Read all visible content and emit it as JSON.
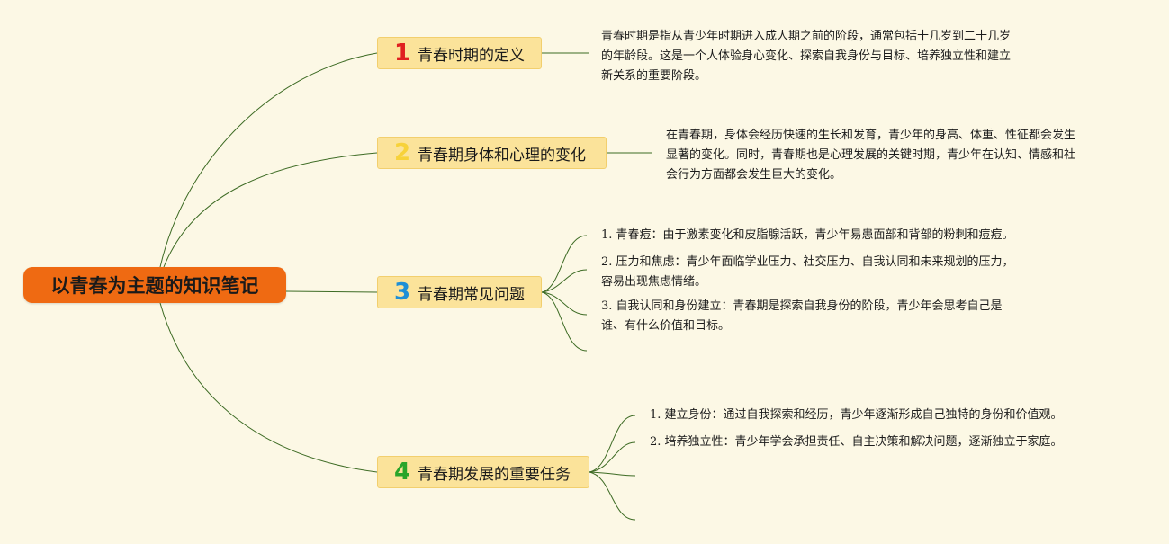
{
  "root": {
    "title": "以青春为主题的知识笔记"
  },
  "topics": [
    {
      "number": "1",
      "number_color": "#e02020",
      "title": "青春时期的定义",
      "paragraph": [
        "青春时期是指从青少年时期进入成人期之前的阶段，通常包括十几岁到二十几岁",
        "的年龄段。这是一个人体验身心变化、探索自我身份与目标、培养独立性和建立",
        "新关系的重要阶段。"
      ]
    },
    {
      "number": "2",
      "number_color": "#f7d23a",
      "title": "青春期身体和心理的变化",
      "paragraph": [
        "在青春期，身体会经历快速的生长和发育，青少年的身高、体重、性征都会发生",
        "显著的变化。同时，青春期也是心理发展的关键时期，青少年在认知、情感和社",
        "会行为方面都会发生巨大的变化。"
      ]
    },
    {
      "number": "3",
      "number_color": "#1e8fd6",
      "title": "青春期常见问题",
      "items": [
        [
          "1. 青春痘：由于激素变化和皮脂腺活跃，青少年易患面部和背部的粉刺和痘痘。"
        ],
        [
          "2. 压力和焦虑：青少年面临学业压力、社交压力、自我认同和未来规划的压力，",
          "容易出现焦虑情绪。"
        ],
        [
          "3. 自我认同和身份建立：青春期是探索自我身份的阶段，青少年会思考自己是",
          "谁、有什么价值和目标。"
        ]
      ]
    },
    {
      "number": "4",
      "number_color": "#2aa52a",
      "title": "青春期发展的重要任务",
      "items": [
        [
          "1. 建立身份：通过自我探索和经历，青少年逐渐形成自己独特的身份和价值观。"
        ],
        [
          "2. 培养独立性：青少年学会承担责任、自主决策和解决问题，逐渐独立于家庭。"
        ]
      ]
    }
  ],
  "colors": {
    "connector": "#3d6b24",
    "root_bg": "#ef6a12",
    "topic_bg": "#fbe39a"
  }
}
